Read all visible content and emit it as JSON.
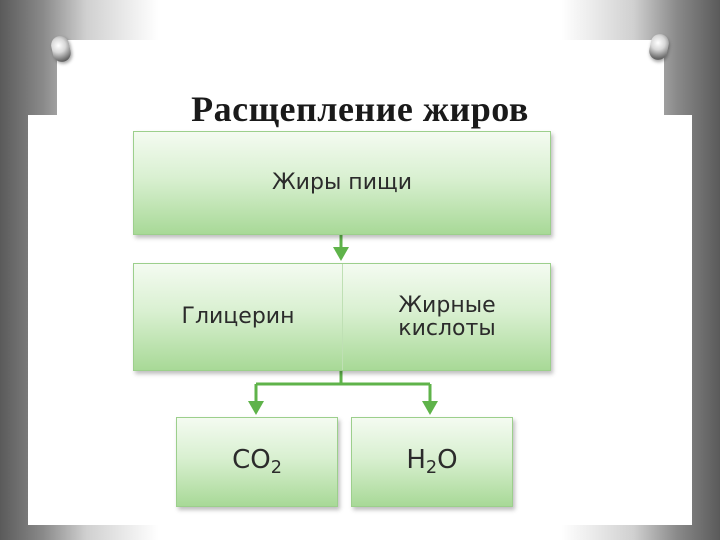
{
  "slide": {
    "title": "Расщепление жиров"
  },
  "diagram": {
    "top_box": "Жиры пищи",
    "mid_left": "Глицерин",
    "mid_right_line1": "Жирные",
    "mid_right_line2": "кислоты",
    "co2_base": "CO",
    "co2_sub": "2",
    "h2o_h": "H",
    "h2o_sub": "2",
    "h2o_o": "O"
  },
  "colors": {
    "box_fill": "#a8d997",
    "arrow": "#5fb34a"
  }
}
